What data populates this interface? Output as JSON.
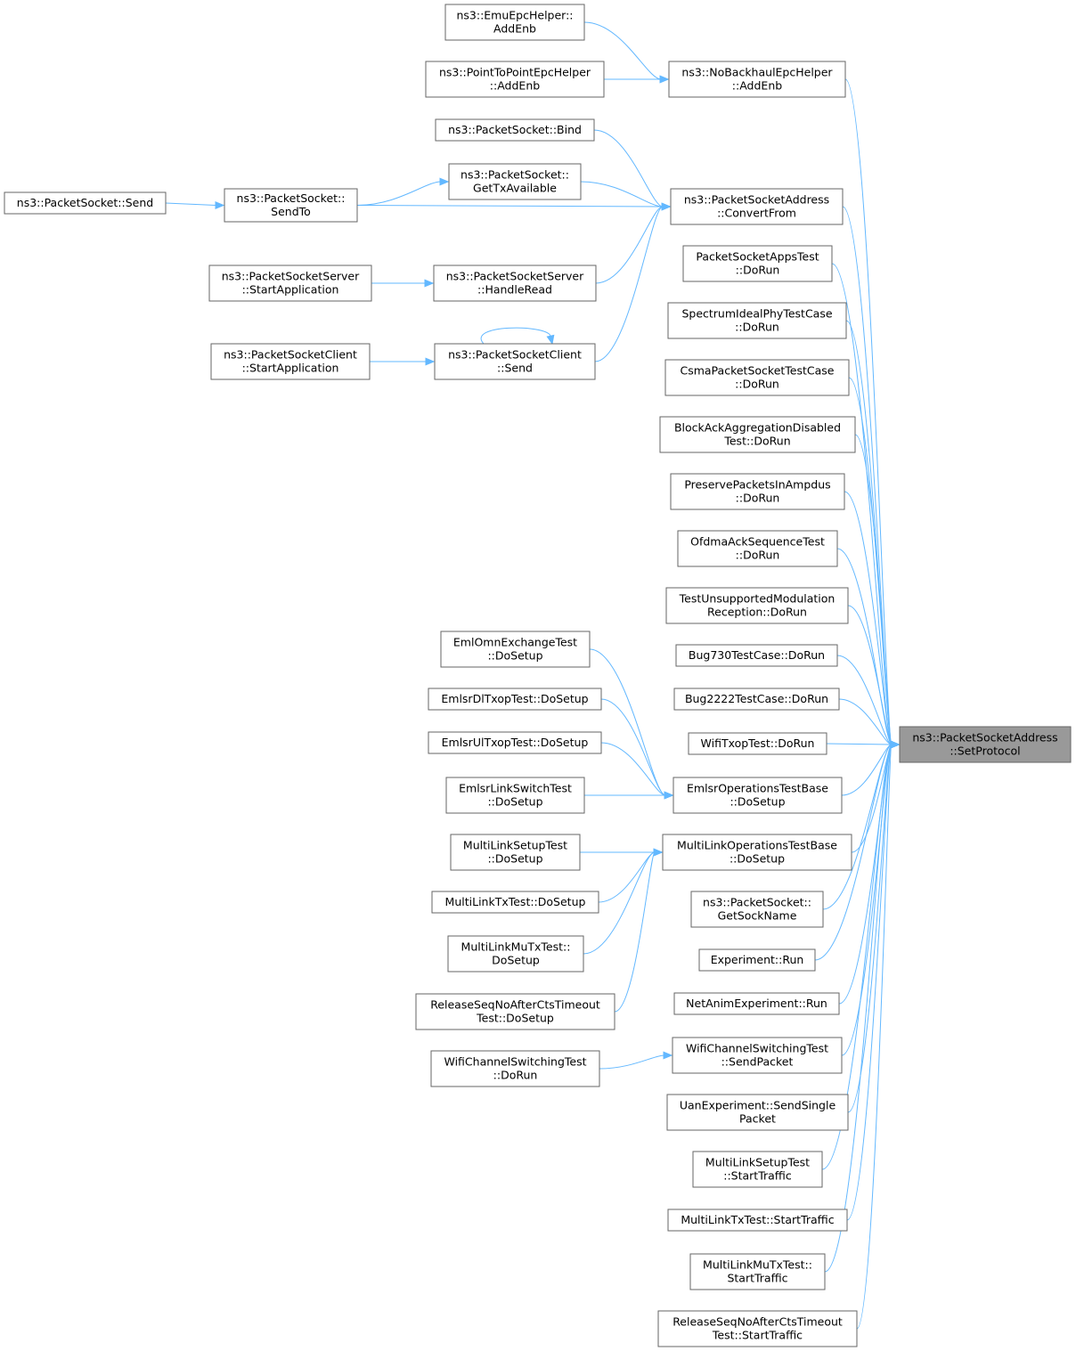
{
  "graph": {
    "title": "",
    "colors": {
      "edge": "#63b8ff",
      "node_border": "#666666",
      "target_fill": "#999999",
      "background": "#ffffff"
    },
    "nodes": [
      {
        "id": "target",
        "lines": [
          "ns3::PacketSocketAddress",
          "::SetProtocol"
        ],
        "highlight": true
      },
      {
        "id": "noBackhaulAddEnb",
        "lines": [
          "ns3::NoBackhaulEpcHelper",
          "::AddEnb"
        ]
      },
      {
        "id": "emuAddEnb",
        "lines": [
          "ns3::EmuEpcHelper::",
          "AddEnb"
        ]
      },
      {
        "id": "p2pAddEnb",
        "lines": [
          "ns3::PointToPointEpcHelper",
          "::AddEnb"
        ]
      },
      {
        "id": "convertFrom",
        "lines": [
          "ns3::PacketSocketAddress",
          "::ConvertFrom"
        ]
      },
      {
        "id": "psBind",
        "lines": [
          "ns3::PacketSocket::Bind"
        ]
      },
      {
        "id": "psGetTx",
        "lines": [
          "ns3::PacketSocket::",
          "GetTxAvailable"
        ]
      },
      {
        "id": "psSendTo",
        "lines": [
          "ns3::PacketSocket::",
          "SendTo"
        ]
      },
      {
        "id": "psSend",
        "lines": [
          "ns3::PacketSocket::Send"
        ]
      },
      {
        "id": "pssHandleRead",
        "lines": [
          "ns3::PacketSocketServer",
          "::HandleRead"
        ]
      },
      {
        "id": "pssStart",
        "lines": [
          "ns3::PacketSocketServer",
          "::StartApplication"
        ]
      },
      {
        "id": "pscSend",
        "lines": [
          "ns3::PacketSocketClient",
          "::Send"
        ]
      },
      {
        "id": "pscStart",
        "lines": [
          "ns3::PacketSocketClient",
          "::StartApplication"
        ]
      },
      {
        "id": "psAppsTest",
        "lines": [
          "PacketSocketAppsTest",
          "::DoRun"
        ]
      },
      {
        "id": "spectrumIdeal",
        "lines": [
          "SpectrumIdealPhyTestCase",
          "::DoRun"
        ]
      },
      {
        "id": "csmaPacket",
        "lines": [
          "CsmaPacketSocketTestCase",
          "::DoRun"
        ]
      },
      {
        "id": "blockAck",
        "lines": [
          "BlockAckAggregationDisabled",
          "Test::DoRun"
        ]
      },
      {
        "id": "preserve",
        "lines": [
          "PreservePacketsInAmpdus",
          "::DoRun"
        ]
      },
      {
        "id": "ofdmaAck",
        "lines": [
          "OfdmaAckSequenceTest",
          "::DoRun"
        ]
      },
      {
        "id": "testUnsupported",
        "lines": [
          "TestUnsupportedModulation",
          "Reception::DoRun"
        ]
      },
      {
        "id": "bug730",
        "lines": [
          "Bug730TestCase::DoRun"
        ]
      },
      {
        "id": "bug2222",
        "lines": [
          "Bug2222TestCase::DoRun"
        ]
      },
      {
        "id": "wifiTxop",
        "lines": [
          "WifiTxopTest::DoRun"
        ]
      },
      {
        "id": "emlsrOpsBase",
        "lines": [
          "EmlsrOperationsTestBase",
          "::DoSetup"
        ]
      },
      {
        "id": "emlOmn",
        "lines": [
          "EmlOmnExchangeTest",
          "::DoSetup"
        ]
      },
      {
        "id": "emlsrDl",
        "lines": [
          "EmlsrDlTxopTest::DoSetup"
        ]
      },
      {
        "id": "emlsrUl",
        "lines": [
          "EmlsrUlTxopTest::DoSetup"
        ]
      },
      {
        "id": "emlsrLink",
        "lines": [
          "EmlsrLinkSwitchTest",
          "::DoSetup"
        ]
      },
      {
        "id": "mloBase",
        "lines": [
          "MultiLinkOperationsTestBase",
          "::DoSetup"
        ]
      },
      {
        "id": "mlSetupDo",
        "lines": [
          "MultiLinkSetupTest",
          "::DoSetup"
        ]
      },
      {
        "id": "mlTxDo",
        "lines": [
          "MultiLinkTxTest::DoSetup"
        ]
      },
      {
        "id": "mlMuTxDo",
        "lines": [
          "MultiLinkMuTxTest::",
          "DoSetup"
        ]
      },
      {
        "id": "releaseDo",
        "lines": [
          "ReleaseSeqNoAfterCtsTimeout",
          "Test::DoSetup"
        ]
      },
      {
        "id": "psGetSock",
        "lines": [
          "ns3::PacketSocket::",
          "GetSockName"
        ]
      },
      {
        "id": "expRun",
        "lines": [
          "Experiment::Run"
        ]
      },
      {
        "id": "netAnim",
        "lines": [
          "NetAnimExperiment::Run"
        ]
      },
      {
        "id": "wcsSend",
        "lines": [
          "WifiChannelSwitchingTest",
          "::SendPacket"
        ]
      },
      {
        "id": "wcsDoRun",
        "lines": [
          "WifiChannelSwitchingTest",
          "::DoRun"
        ]
      },
      {
        "id": "uanSend",
        "lines": [
          "UanExperiment::SendSingle",
          "Packet"
        ]
      },
      {
        "id": "mlSetupStart",
        "lines": [
          "MultiLinkSetupTest",
          "::StartTraffic"
        ]
      },
      {
        "id": "mlTxStart",
        "lines": [
          "MultiLinkTxTest::StartTraffic"
        ]
      },
      {
        "id": "mlMuTxStart",
        "lines": [
          "MultiLinkMuTxTest::",
          "StartTraffic"
        ]
      },
      {
        "id": "releaseStart",
        "lines": [
          "ReleaseSeqNoAfterCtsTimeout",
          "Test::StartTraffic"
        ]
      }
    ],
    "edges": [
      [
        "noBackhaulAddEnb",
        "target"
      ],
      [
        "emuAddEnb",
        "noBackhaulAddEnb"
      ],
      [
        "p2pAddEnb",
        "noBackhaulAddEnb"
      ],
      [
        "convertFrom",
        "target"
      ],
      [
        "psBind",
        "convertFrom"
      ],
      [
        "psGetTx",
        "convertFrom"
      ],
      [
        "psSendTo",
        "convertFrom"
      ],
      [
        "psSendTo",
        "psGetTx"
      ],
      [
        "psSend",
        "psSendTo"
      ],
      [
        "pssHandleRead",
        "convertFrom"
      ],
      [
        "pssStart",
        "pssHandleRead"
      ],
      [
        "pscSend",
        "convertFrom"
      ],
      [
        "pscSend",
        "pscSend"
      ],
      [
        "pscStart",
        "pscSend"
      ],
      [
        "psAppsTest",
        "target"
      ],
      [
        "spectrumIdeal",
        "target"
      ],
      [
        "csmaPacket",
        "target"
      ],
      [
        "blockAck",
        "target"
      ],
      [
        "preserve",
        "target"
      ],
      [
        "ofdmaAck",
        "target"
      ],
      [
        "testUnsupported",
        "target"
      ],
      [
        "bug730",
        "target"
      ],
      [
        "bug2222",
        "target"
      ],
      [
        "wifiTxop",
        "target"
      ],
      [
        "emlsrOpsBase",
        "target"
      ],
      [
        "emlOmn",
        "emlsrOpsBase"
      ],
      [
        "emlsrDl",
        "emlsrOpsBase"
      ],
      [
        "emlsrUl",
        "emlsrOpsBase"
      ],
      [
        "emlsrLink",
        "emlsrOpsBase"
      ],
      [
        "mloBase",
        "target"
      ],
      [
        "mlSetupDo",
        "mloBase"
      ],
      [
        "mlTxDo",
        "mloBase"
      ],
      [
        "mlMuTxDo",
        "mloBase"
      ],
      [
        "releaseDo",
        "mloBase"
      ],
      [
        "psGetSock",
        "target"
      ],
      [
        "expRun",
        "target"
      ],
      [
        "netAnim",
        "target"
      ],
      [
        "wcsSend",
        "target"
      ],
      [
        "wcsDoRun",
        "wcsSend"
      ],
      [
        "uanSend",
        "target"
      ],
      [
        "mlSetupStart",
        "target"
      ],
      [
        "mlTxStart",
        "target"
      ],
      [
        "mlMuTxStart",
        "target"
      ],
      [
        "releaseStart",
        "target"
      ]
    ]
  }
}
